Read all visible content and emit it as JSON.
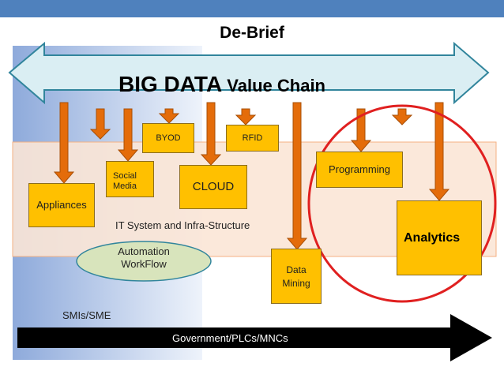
{
  "title": "De-Brief",
  "value_chain": {
    "bold": "BIG DATA",
    "rest": " Value Chain"
  },
  "it_system_label": "IT System and Infra-Structure",
  "smi_label": "SMIs/SME",
  "government_label": "Government/PLCs/MNCs",
  "automation": {
    "line1": "Automation",
    "line2": "WorkFlow"
  },
  "boxes": {
    "appliances": "Appliances",
    "social_line1": "Social",
    "social_line2": "Media",
    "byod": "BYOD",
    "rfid": "RFID",
    "cloud": "CLOUD",
    "programming": "Programming",
    "analytics": "Analytics",
    "data_line1": "Data",
    "data_line2": "Mining"
  },
  "colors": {
    "header_bar": "#4f81bd",
    "chain_arrow_fill": "#daeef3",
    "chain_arrow_stroke": "#31859c",
    "side_panel": "#b4c7e7",
    "infra_band": "#fbe5d6",
    "infra_border": "#f4b183",
    "down_arrow": "#e46c0a",
    "box_fill": "#ffc000",
    "ellipse_fill": "#d8e4bc",
    "highlight_circle": "#e02020",
    "bottom_arrow": "#000000"
  }
}
